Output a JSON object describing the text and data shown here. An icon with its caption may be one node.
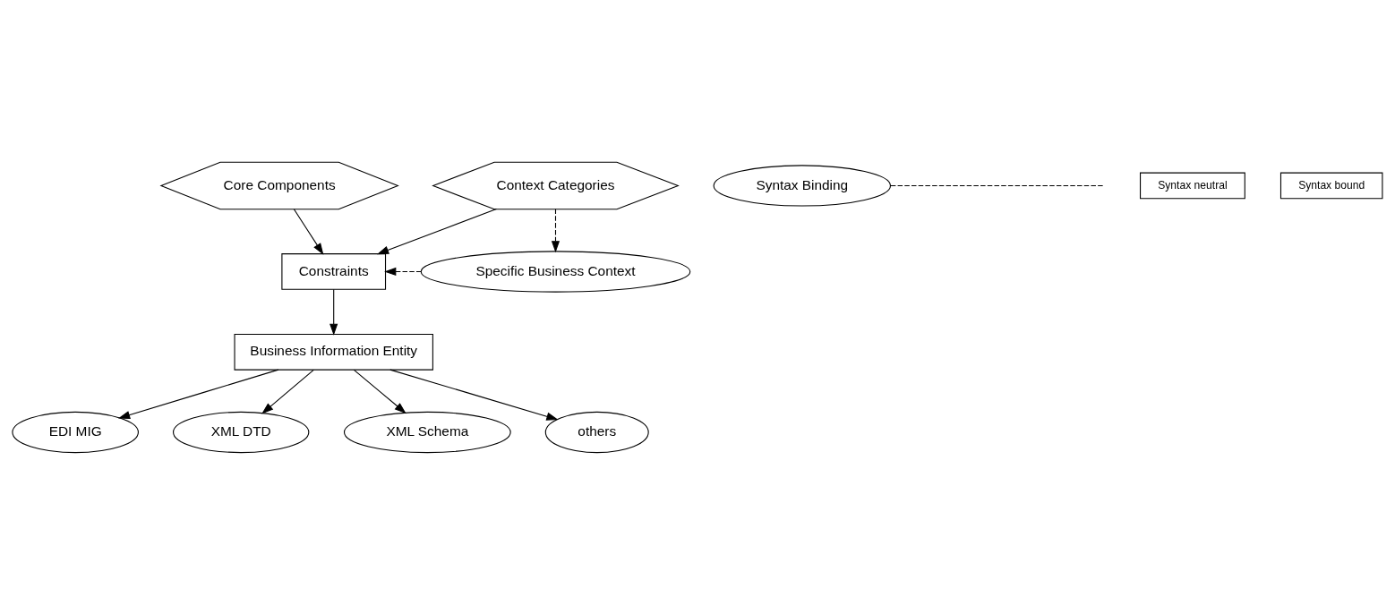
{
  "diagram": {
    "nodes": [
      {
        "text": [
          "Core Components"
        ]
      },
      {
        "text": [
          "Context Categories"
        ]
      },
      {
        "text": [
          "Constraints"
        ]
      },
      {
        "text": [
          "Specific Business Context"
        ]
      },
      {
        "text": [
          "Business Information Entity"
        ]
      },
      {
        "text": [
          "Syntax Binding"
        ]
      },
      {
        "text": [
          "Syntax neutral"
        ]
      },
      {
        "text": [
          "Syntax bound"
        ]
      },
      {
        "text": [
          "EDI MIG"
        ]
      },
      {
        "text": [
          "XML DTD"
        ]
      },
      {
        "text": [
          "XML Schema"
        ]
      },
      {
        "text": [
          "others"
        ]
      }
    ],
    "edges": [
      {
        "from": 0,
        "to": 2,
        "arrow": "to"
      },
      {
        "from": 1,
        "to": 2,
        "arrow": "to"
      },
      {
        "from": 1,
        "to": 3,
        "arrow": "to",
        "style": "dashed"
      },
      {
        "from": 3,
        "to": 2,
        "arrow": "to",
        "style": "dashed"
      },
      {
        "from": 2,
        "to": 4,
        "arrow": "to"
      },
      {
        "from": 4,
        "to": 8,
        "arrow": "to"
      },
      {
        "from": 4,
        "to": 9,
        "arrow": "to"
      },
      {
        "from": 4,
        "to": 10,
        "arrow": "to"
      },
      {
        "from": 4,
        "to": 11,
        "arrow": "to"
      },
      {
        "from": 5,
        "to": null,
        "arrow": "none",
        "style": "dashed"
      }
    ]
  }
}
